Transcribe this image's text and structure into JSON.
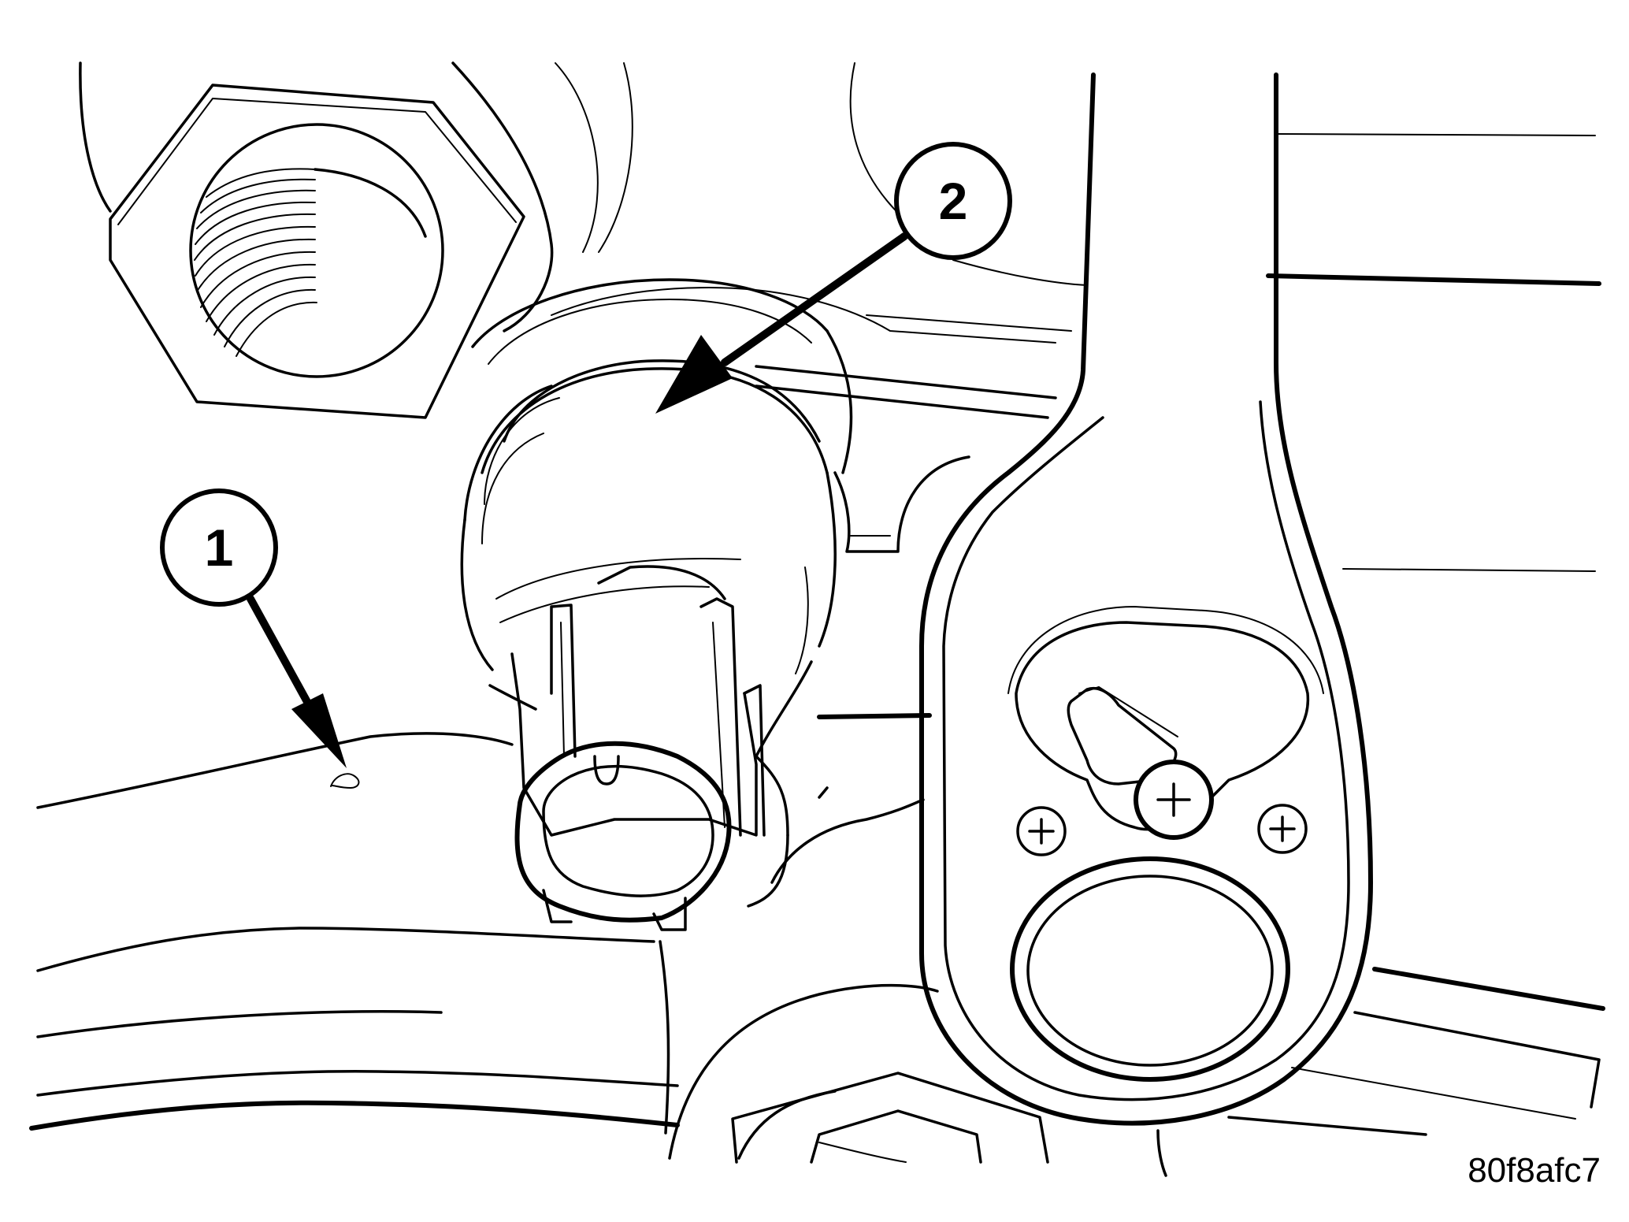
{
  "callouts": [
    {
      "number": "1"
    },
    {
      "number": "2"
    }
  ],
  "figure_id": "80f8afc7",
  "icons": [
    "hex-nut-icon",
    "sensor-connector-icon",
    "ratchet-wrench-icon"
  ],
  "colors": {
    "ink": "#000000",
    "paper": "#ffffff"
  }
}
